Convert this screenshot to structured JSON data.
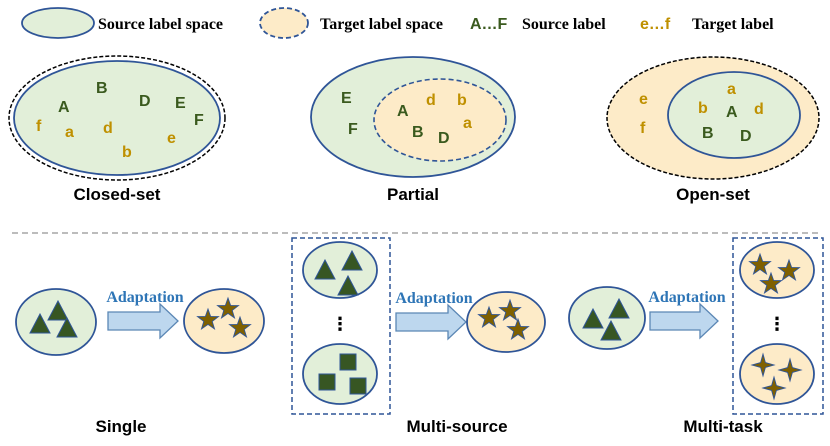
{
  "legend": {
    "source_space": "Source label space",
    "target_space": "Target label space",
    "source_label_sample": "A…F",
    "source_label_text": "Source label",
    "target_label_sample": "e…f",
    "target_label_text": "Target label"
  },
  "settings": {
    "closed_set": {
      "caption": "Closed-set",
      "source_labels": [
        "A",
        "B",
        "D",
        "E",
        "F"
      ],
      "target_labels": [
        "f",
        "a",
        "d",
        "e",
        "b"
      ]
    },
    "partial": {
      "caption": "Partial",
      "source_labels": [
        "E",
        "F",
        "A",
        "B",
        "D"
      ],
      "target_labels": [
        "d",
        "b",
        "a"
      ]
    },
    "open_set": {
      "caption": "Open-set",
      "source_labels": [
        "A",
        "B",
        "D"
      ],
      "target_labels": [
        "a",
        "b",
        "d",
        "e",
        "f"
      ]
    }
  },
  "scenarios": {
    "arrow_label": "Adaptation",
    "ellipsis": "⋮",
    "single": {
      "caption": "Single"
    },
    "multi_source": {
      "caption": "Multi-source"
    },
    "multi_task": {
      "caption": "Multi-task"
    }
  },
  "colors": {
    "source_fill": "#E2EFD9",
    "target_fill": "#FDEBC8",
    "outline": "#2F5597",
    "source_text": "#3A5A1E",
    "target_text": "#BF9000",
    "marker_fill": "#375623",
    "star_fill": "#7F6000",
    "arrow_fill": "#BDD7EE",
    "arrow_stroke": "#5B87B5",
    "arrow_label": "#2E75B6",
    "separator": "#A6A6A6"
  }
}
